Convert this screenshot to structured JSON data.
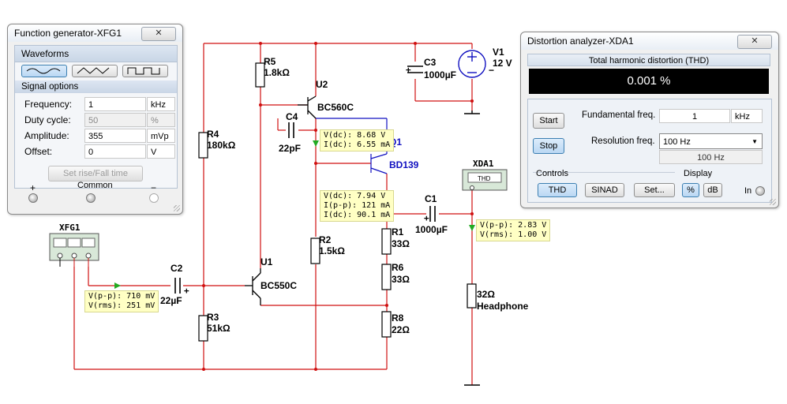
{
  "components": {
    "xfg1": "XFG1",
    "c2": {
      "name": "C2",
      "value": "22µF"
    },
    "r4": {
      "name": "R4",
      "value": "180kΩ"
    },
    "r3": {
      "name": "R3",
      "value": "51kΩ"
    },
    "r5": {
      "name": "R5",
      "value": "1.8kΩ"
    },
    "r2": {
      "name": "R2",
      "value": "1.5kΩ"
    },
    "c4": {
      "name": "C4",
      "value": "22pF"
    },
    "u2": {
      "name": "U2",
      "part": "BC560C"
    },
    "u1": {
      "name": "U1",
      "part": "BC550C"
    },
    "q1": {
      "name": "Q1",
      "part": "BD139"
    },
    "c3": {
      "name": "C3",
      "value": "1000µF"
    },
    "v1": {
      "name": "V1",
      "value": "12 V"
    },
    "r1": {
      "name": "R1",
      "value": "33Ω"
    },
    "r6": {
      "name": "R6",
      "value": "33Ω"
    },
    "r8": {
      "name": "R8",
      "value": "22Ω"
    },
    "c1": {
      "name": "C1",
      "value": "1000µF"
    },
    "load": {
      "value": "32Ω",
      "name": "Headphone"
    },
    "xda1": {
      "name": "XDA1",
      "screen": "THD"
    }
  },
  "probes": {
    "input": {
      "line1": "V(p-p): 710 mV",
      "line2": "V(rms): 251 mV"
    },
    "u2": {
      "line1": "V(dc): 8.68 V",
      "line2": "I(dc): 6.55 mA"
    },
    "q1": {
      "line1": "V(dc): 7.94 V",
      "line2": "I(p-p): 121 mA",
      "line3": "I(dc): 90.1 mA"
    },
    "out": {
      "line1": "V(p-p): 2.83 V",
      "line2": "V(rms): 1.00 V"
    }
  },
  "function_generator": {
    "title": "Function generator-XFG1",
    "close": "✕",
    "waveforms_label": "Waveforms",
    "signal_options_label": "Signal options",
    "frequency": {
      "label": "Frequency:",
      "value": "1",
      "unit": "kHz"
    },
    "duty_cycle": {
      "label": "Duty cycle:",
      "value": "50",
      "unit": "%"
    },
    "amplitude": {
      "label": "Amplitude:",
      "value": "355",
      "unit": "mVp"
    },
    "offset": {
      "label": "Offset:",
      "value": "0",
      "unit": "V"
    },
    "rise_fall_button": "Set rise/Fall time",
    "term_plus": "+",
    "term_common": "Common",
    "term_minus": "−"
  },
  "distortion_analyzer": {
    "title": "Distortion analyzer-XDA1",
    "close": "✕",
    "thd_label": "Total harmonic distortion (THD)",
    "thd_value": "0.001 %",
    "start_button": "Start",
    "stop_button": "Stop",
    "fundamental_label": "Fundamental freq.",
    "fundamental_value": "1",
    "fundamental_unit": "kHz",
    "resolution_label": "Resolution freq.",
    "resolution_value": "100 Hz",
    "resolution_readout": "100 Hz",
    "controls_label": "Controls",
    "display_label": "Display",
    "thd_button": "THD",
    "sinad_button": "SINAD",
    "set_button": "Set...",
    "percent_button": "%",
    "db_button": "dB",
    "in_label": "In"
  }
}
